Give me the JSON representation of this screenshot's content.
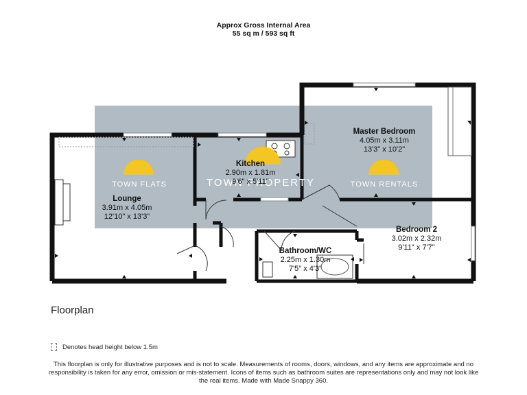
{
  "header": {
    "line1": "Approx Gross Internal Area",
    "line2": "55 sq m / 593 sq ft"
  },
  "rooms": {
    "lounge": {
      "name": "Lounge",
      "metric": "3.91m x 4.05m",
      "imperial": "12'10\" x 13'3\""
    },
    "kitchen": {
      "name": "Kitchen",
      "metric": "2.90m x 1.81m",
      "imperial": "9'6\" x 5'11\""
    },
    "master_bedroom": {
      "name": "Master Bedroom",
      "metric": "4.05m x 3.11m",
      "imperial": "13'3\" x 10'2\""
    },
    "bedroom2": {
      "name": "Bedroom 2",
      "metric": "3.02m x 2.32m",
      "imperial": "9'11\" x 7'7\""
    },
    "bathroom": {
      "name": "Bathroom/WC",
      "metric": "2.25m x 1.30m",
      "imperial": "7'5\" x 4'3\""
    }
  },
  "watermark": {
    "left": "TOWN FLATS",
    "center": "TOWN PROPERTY",
    "right": "TOWN RENTALS"
  },
  "colors": {
    "wall": "#111111",
    "watermark_band": "#a7b4bd",
    "watermark_text": "#ffffff"
  },
  "footer": {
    "title": "Floorplan",
    "legend_text": "Denotes head height below 1.5m",
    "disclaimer": "This floorplan is only for illustrative purposes and is not to scale. Measurements of rooms, doors, windows, and any items are approximate and no responsibility is taken for any error, omission or mis-statement. Icons of items such as bathroom suites are representations only and may not look like the real items. Made with Made Snappy 360."
  }
}
